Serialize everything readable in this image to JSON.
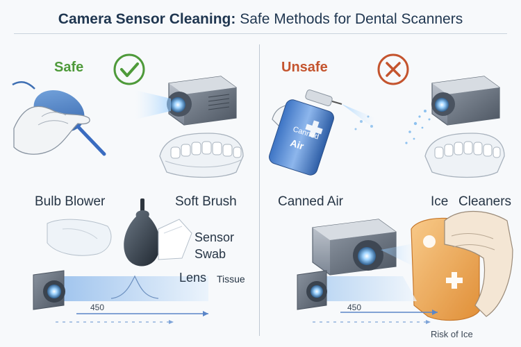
{
  "title": {
    "bold": "Camera Sensor Cleaning:",
    "rest": " Safe Methods for Dental Scanners"
  },
  "safe": {
    "heading": "Safe",
    "icon": "check-circle-icon",
    "color": "#4e9a3a",
    "items": {
      "bulb_blower": "Bulb Blower",
      "soft_brush": "Soft Brush",
      "sensor_swab_line1": "Sensor",
      "sensor_swab_line2": "Swab",
      "lens_tissue_a": "Lens",
      "lens_tissue_b": "Tissue"
    },
    "gauge_value": "450"
  },
  "unsafe": {
    "heading": "Unsafe",
    "icon": "x-circle-icon",
    "color": "#c4542e",
    "items": {
      "canned_air": "Canned Air",
      "ice_cleaners_a": "Ice",
      "ice_cleaners_b": "Cleaners"
    },
    "can_text_line1": "Canned",
    "can_text_line2": "Air",
    "gauge_value": "450",
    "risk_label": "Risk of Ice"
  }
}
